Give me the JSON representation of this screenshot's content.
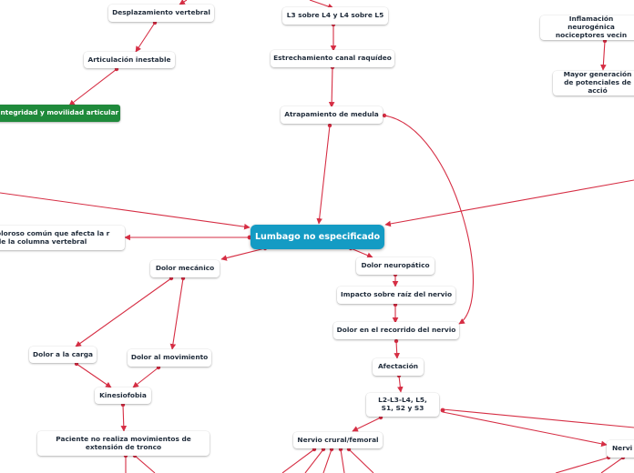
{
  "map": {
    "root": "Lumbago no especificado",
    "nodes": {
      "desplazamiento": "Desplazamiento vertebral",
      "articulacion": "Articulación inestable",
      "integridad": "Integridad y movilidad articular",
      "l3l4l5": "L3 sobre L4 y L4 sobre L5",
      "estrechamiento": "Estrechamiento canal raquídeo",
      "atrapamiento": "Atrapamiento de medula",
      "inflamacion": "Inflamación neurogénica nociceptores vecin",
      "mayor_generacion": "Mayor generación de potenciales de acció",
      "doloroso_comun": "oloroso común que afecta la r de la columna vertebral",
      "dolor_mecanico": "Dolor mecánico",
      "dolor_neuropatico": "Dolor neuropático",
      "impacto": "Impacto sobre raíz del nervio",
      "dolor_recorrido": "Dolor en el recorrido del nervio",
      "afectacion": "Afectación",
      "raices": "L2-L3-L4, L5, S1, S2 y S3",
      "dolor_carga": "Dolor a la carga",
      "dolor_movimiento": "Dolor al movimiento",
      "kinesiofobia": "Kinesiofobia",
      "paciente": "Paciente no realiza movimientos de extensión de tronco",
      "nervio_crural": "Nervio crural/femoral",
      "nervio_cut": "Nervi"
    }
  },
  "colors": {
    "connector": "#d62e44",
    "root_fill": "#149bc4",
    "green_fill": "#1f8a3b"
  }
}
